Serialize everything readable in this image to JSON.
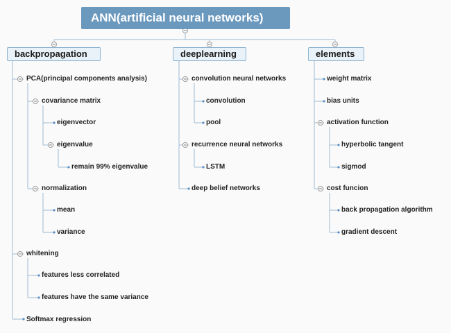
{
  "title": "ANN(artificial neural networks)",
  "branches": [
    {
      "label": "backpropagation",
      "children": [
        {
          "label": "PCA(principal components analysis)",
          "children": [
            {
              "label": "covariance matrix",
              "children": [
                {
                  "label": "eigenvector"
                },
                {
                  "label": "eigenvalue",
                  "children": [
                    {
                      "label": "remain 99% eigenvalue"
                    }
                  ]
                }
              ]
            },
            {
              "label": "normalization",
              "children": [
                {
                  "label": "mean"
                },
                {
                  "label": "variance"
                }
              ]
            }
          ]
        },
        {
          "label": "whitening",
          "children": [
            {
              "label": "features less correlated"
            },
            {
              "label": "features have the same variance"
            }
          ]
        },
        {
          "label": "Softmax regression"
        }
      ]
    },
    {
      "label": "deeplearning",
      "children": [
        {
          "label": "convolution neural networks",
          "children": [
            {
              "label": "convolution"
            },
            {
              "label": "pool"
            }
          ]
        },
        {
          "label": "recurrence neural networks",
          "children": [
            {
              "label": "LSTM"
            }
          ]
        },
        {
          "label": "deep belief networks"
        }
      ]
    },
    {
      "label": "elements",
      "children": [
        {
          "label": "weight matrix"
        },
        {
          "label": "bias units"
        },
        {
          "label": "activation function",
          "children": [
            {
              "label": "hyperbolic tangent"
            },
            {
              "label": "sigmod"
            }
          ]
        },
        {
          "label": "cost funcion",
          "children": [
            {
              "label": "back propagation  algorithm"
            },
            {
              "label": "gradient descent"
            }
          ]
        }
      ]
    }
  ],
  "colors": {
    "root": "#6b98bd",
    "branch_bg": "#e9f2f8",
    "line": "#9dbad2",
    "dot": "#5b8fc4"
  }
}
